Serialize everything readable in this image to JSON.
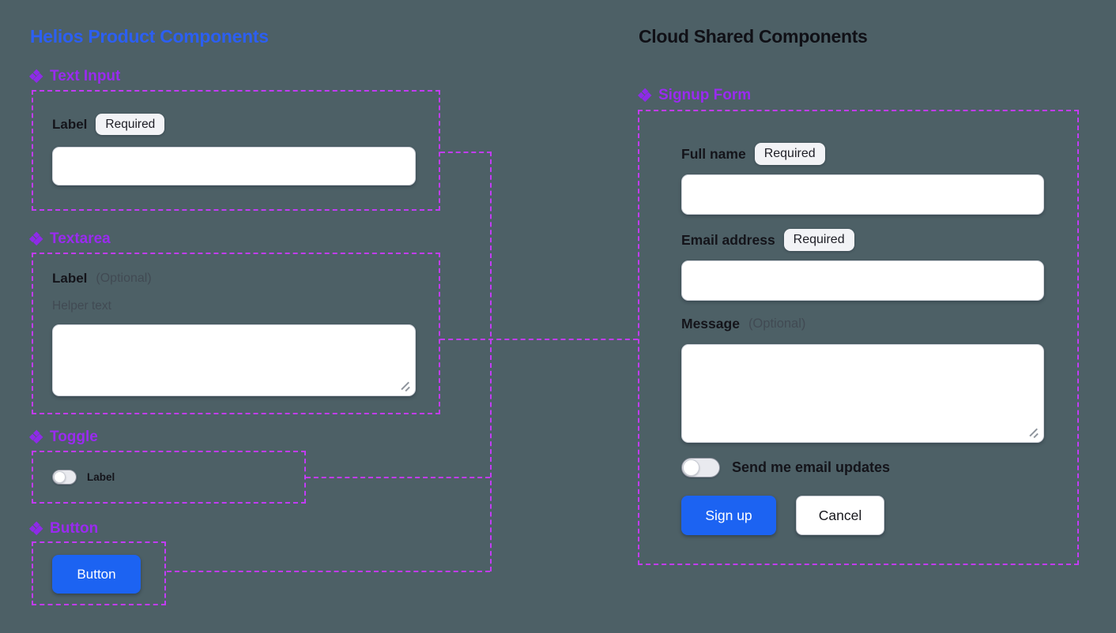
{
  "canvas": {
    "background": "#4D6066"
  },
  "colors": {
    "title_blue": "#2C5FF2",
    "component_purple": "#9A2BF0",
    "connector_purple": "#C23CF6",
    "button_blue": "#1C63F2",
    "text_dark": "#14141A",
    "text_muted": "#414A53",
    "badge_bg": "#F2F3F6"
  },
  "icons": {
    "component": "figma-component-diamonds"
  },
  "left": {
    "title": "Helios Product Components",
    "text_input": {
      "header": "Text Input",
      "label": "Label",
      "badge": "Required",
      "value": ""
    },
    "textarea": {
      "header": "Textarea",
      "label": "Label",
      "optional": "(Optional)",
      "helper": "Helper text",
      "value": ""
    },
    "toggle": {
      "header": "Toggle",
      "label": "Label",
      "state": "off"
    },
    "button": {
      "header": "Button",
      "label": "Button"
    }
  },
  "right": {
    "title": "Cloud Shared Components",
    "signup_form": {
      "header": "Signup Form",
      "full_name": {
        "label": "Full name",
        "badge": "Required",
        "value": ""
      },
      "email": {
        "label": "Email address",
        "badge": "Required",
        "value": ""
      },
      "message": {
        "label": "Message",
        "optional": "(Optional)",
        "value": ""
      },
      "updates_toggle": {
        "label": "Send me email updates",
        "state": "off"
      },
      "submit_label": "Sign up",
      "cancel_label": "Cancel"
    }
  }
}
